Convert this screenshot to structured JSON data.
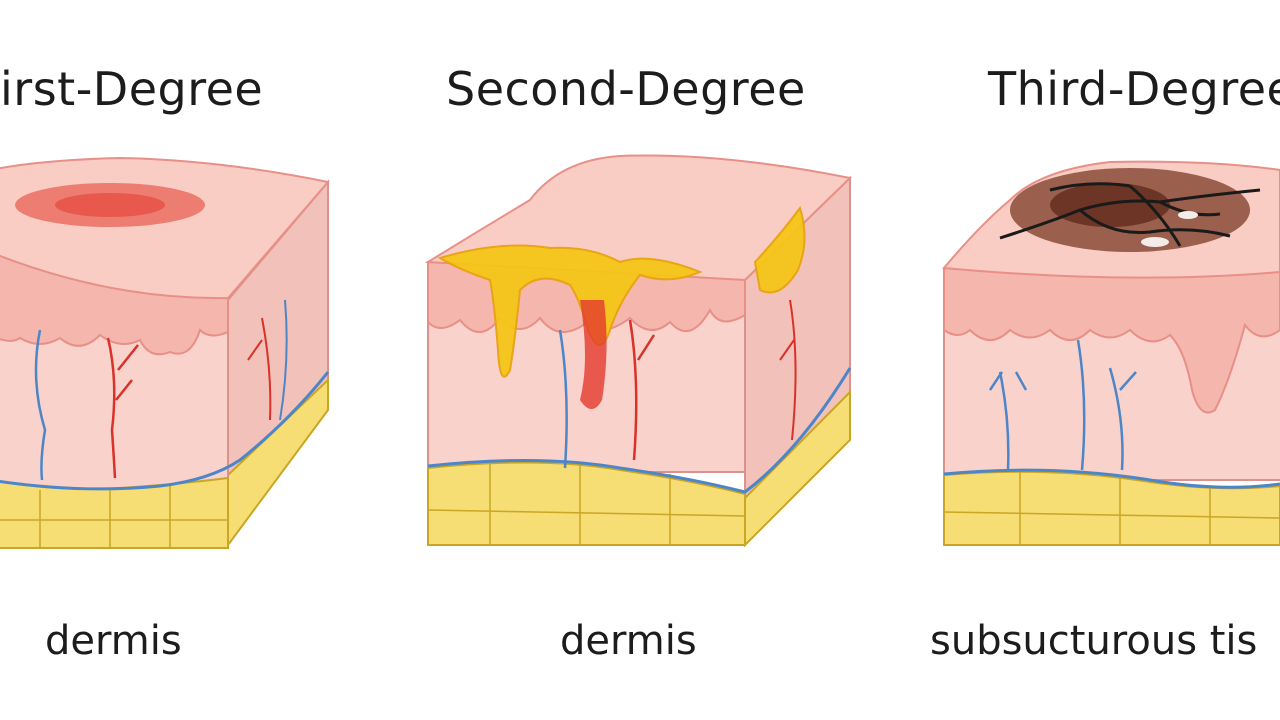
{
  "panels": [
    {
      "title": "irst-Degree",
      "caption": "dermis"
    },
    {
      "title": "Second-Degree",
      "caption": "dermis"
    },
    {
      "title": "Third-Degree",
      "caption": "subsucturous tis"
    }
  ],
  "colors": {
    "epidermis": "#f4b6ad",
    "epidermis_top": "#f9cdc4",
    "epidermis_edge": "#e88f88",
    "dermis": "#f8d2cb",
    "fat": "#f6dd74",
    "fat_line": "#c9a623",
    "blood_vessel": "#d8322a",
    "vein": "#4d86c8",
    "redness": "#e33a2d",
    "blister": "#f5c518",
    "char": "#7a3b26"
  }
}
